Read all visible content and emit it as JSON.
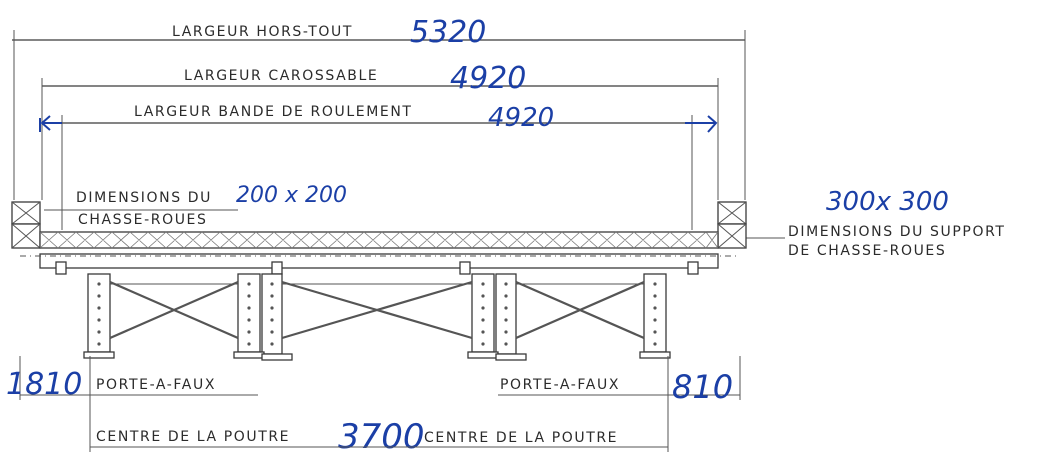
{
  "labels": {
    "largeur_hors_tout": "LARGEUR HORS-TOUT",
    "largeur_carossable": "LARGEUR CAROSSABLE",
    "largeur_bande": "LARGEUR BANDE DE ROULEMENT",
    "dim_chasse_roues_1": "DIMENSIONS DU",
    "dim_chasse_roues_2": "CHASSE-ROUES",
    "dim_support_1": "DIMENSIONS DU SUPPORT",
    "dim_support_2": "DE CHASSE-ROUES",
    "porte_a_faux_left": "PORTE-A-FAUX",
    "porte_a_faux_right": "PORTE-A-FAUX",
    "centre_poutre_left": "CENTRE DE LA POUTRE",
    "centre_poutre_right": "CENTRE DE LA POUTRE"
  },
  "handwritten": {
    "hors_tout": "5320",
    "carossable": "4920",
    "bande": "4920",
    "chasse_roues": "200 x 200",
    "support": "300x 300",
    "porte_a_faux_left": "1810",
    "porte_a_faux_right": "810",
    "centre_poutre": "3700"
  },
  "colors": {
    "ink": "#3a3a3a",
    "handwriting": "#1b3fa6"
  }
}
